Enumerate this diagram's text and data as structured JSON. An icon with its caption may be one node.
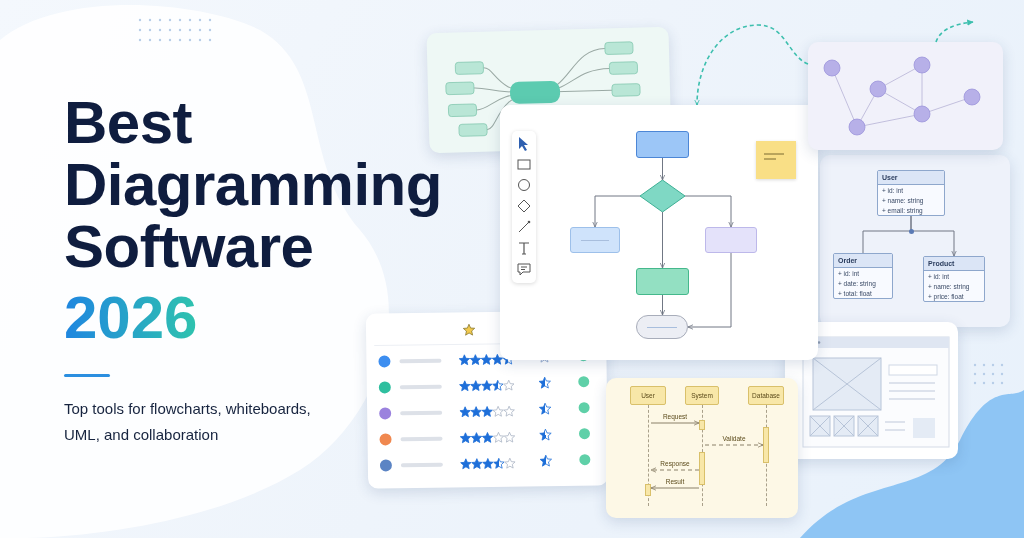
{
  "diagram": {
    "title": "Best Diagramming Software",
    "nodes": [
      {
        "text": [],
        "shape": "box"
      },
      {
        "text": [],
        "shape": "box",
        "in": 0
      },
      {
        "text": [],
        "shape": "diamond",
        "in": 0
      },
      {
        "text": [],
        "shape": "box",
        "in": 0
      },
      {
        "text": [],
        "shape": "box",
        "in": 0
      },
      {
        "text": [],
        "shape": "box",
        "in": 0
      },
      {
        "text": [],
        "shape": "box",
        "in": 0
      },
      {
        "text": [],
        "shape": "box"
      },
      {
        "text": [
          "User",
          "+ id: int",
          "+ name: string",
          "+ email: string"
        ]
      },
      {
        "text": [
          "Order",
          "+ id: int",
          "+ date: string",
          "+ total: float"
        ]
      },
      {
        "text": [
          "Product",
          "+ id: int",
          "+ name: string",
          "+ price: float"
        ]
      },
      {
        "text": [
          "User"
        ]
      },
      {
        "text": [
          "System"
        ]
      },
      {
        "text": [
          "Database"
        ]
      }
    ],
    "edges": [
      {
        "from": 1,
        "to": 2,
        "arrow": "to"
      },
      {
        "from": 2,
        "to": 3,
        "arrow": "to"
      },
      {
        "from": 2,
        "to": 4,
        "arrow": "to"
      },
      {
        "from": 2,
        "to": 5,
        "arrow": "to"
      },
      {
        "from": 5,
        "to": 6,
        "arrow": "to"
      },
      {
        "from": 4,
        "to": 6,
        "arrow": "to"
      },
      {
        "from": 7,
        "to": 0,
        "arrow": "to",
        "style": "dashed",
        "color": "#3dbfae"
      },
      {
        "from": 7,
        "to": null,
        "arrow": "to",
        "style": "dashed",
        "color": "#3dbfae"
      },
      {
        "from": 8,
        "to": 9,
        "arrow": "none"
      },
      {
        "from": 8,
        "to": 10,
        "arrow": "to"
      },
      {
        "from": 11,
        "to": 12,
        "arrow": "to",
        "label": "Request"
      },
      {
        "from": 12,
        "to": 13,
        "arrow": "to",
        "label": "Validate",
        "style": "dashed"
      },
      {
        "from": 12,
        "to": 11,
        "arrow": "to",
        "label": "Response",
        "style": "dashed"
      },
      {
        "from": 12,
        "to": 11,
        "arrow": "to",
        "label": "Result"
      }
    ],
    "labels": [
      "2026",
      "Top tools for flowcharts, whiteboards, UML, and collaboration"
    ]
  }
}
